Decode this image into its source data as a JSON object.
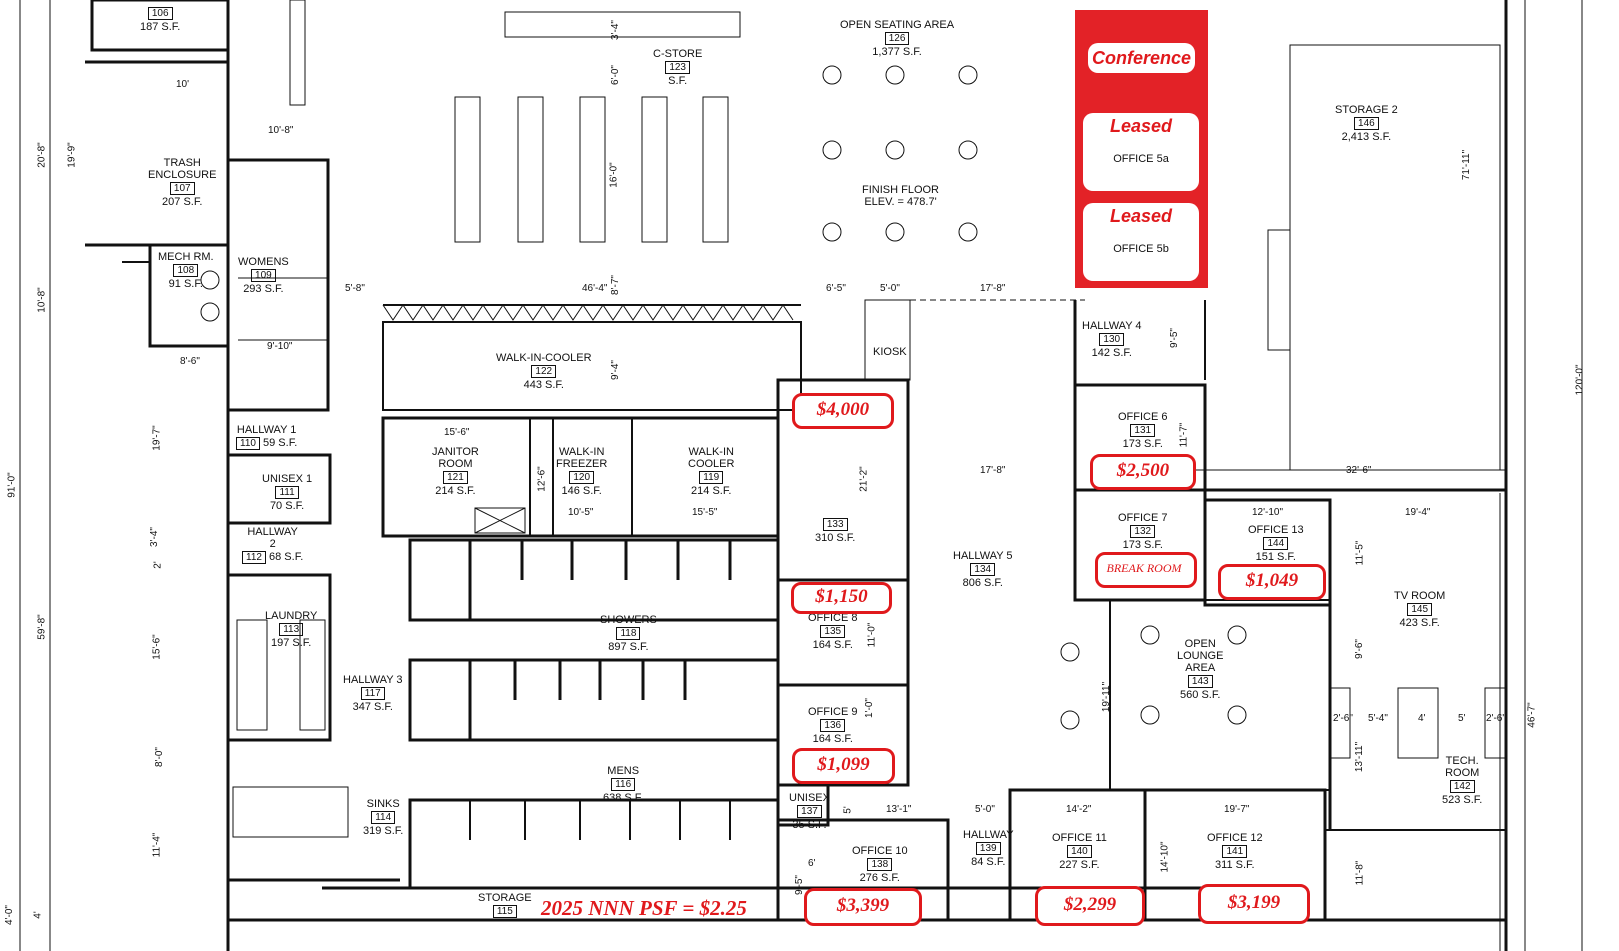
{
  "plan": {
    "rooms": {
      "r106": {
        "num": "106",
        "area": "187 S.F."
      },
      "trash": {
        "name": "TRASH\nENCLOSURE",
        "num": "107",
        "area": "207 S.F."
      },
      "mech": {
        "name": "MECH RM.",
        "num": "108",
        "area": "91 S.F."
      },
      "womens": {
        "name": "WOMENS",
        "num": "109",
        "area": "293 S.F."
      },
      "hall1": {
        "name": "HALLWAY 1",
        "num": "110",
        "area": "59 S.F."
      },
      "unisex1": {
        "name": "UNISEX 1",
        "num": "111",
        "area": "70 S.F."
      },
      "hall2": {
        "name": "HALLWAY\n2",
        "num": "112",
        "area": "68 S.F."
      },
      "laundry": {
        "name": "LAUNDRY",
        "num": "113",
        "area": "197 S.F."
      },
      "sinks": {
        "name": "SINKS",
        "num": "114",
        "area": "319 S.F."
      },
      "storage": {
        "name": "STORAGE",
        "num": "115"
      },
      "mens": {
        "name": "MENS",
        "num": "116",
        "area": "638 S.F."
      },
      "hall3": {
        "name": "HALLWAY 3",
        "num": "117",
        "area": "347 S.F."
      },
      "showers": {
        "name": "SHOWERS",
        "num": "118",
        "area": "897 S.F."
      },
      "cooler119": {
        "name": "WALK-IN\nCOOLER",
        "num": "119",
        "area": "214 S.F."
      },
      "freezer": {
        "name": "WALK-IN\nFREEZER",
        "num": "120",
        "area": "146 S.F."
      },
      "janitor": {
        "name": "JANITOR\nROOM",
        "num": "121",
        "area": "214 S.F."
      },
      "cooler122": {
        "name": "WALK-IN-COOLER",
        "num": "122",
        "area": "443 S.F."
      },
      "cstore": {
        "name": "C-STORE",
        "num": "123",
        "area": "S.F."
      },
      "seating": {
        "name": "OPEN SEATING AREA",
        "num": "126",
        "area": "1,377 S.F."
      },
      "hall4": {
        "name": "HALLWAY 4",
        "num": "130",
        "area": "142 S.F."
      },
      "office6": {
        "name": "OFFICE 6",
        "num": "131",
        "area": "173 S.F."
      },
      "office7": {
        "name": "OFFICE 7",
        "num": "132",
        "area": "173 S.F."
      },
      "r133": {
        "num": "133",
        "area": "310 S.F."
      },
      "hall5": {
        "name": "HALLWAY 5",
        "num": "134",
        "area": "806 S.F."
      },
      "office8": {
        "name": "OFFICE 8",
        "num": "135",
        "area": "164 S.F."
      },
      "office9": {
        "name": "OFFICE 9",
        "num": "136",
        "area": "164 S.F."
      },
      "unisex137": {
        "name": "UNISEX",
        "num": "137",
        "area": "35 S.F."
      },
      "office10": {
        "name": "OFFICE 10",
        "num": "138",
        "area": "276 S.F."
      },
      "hall139": {
        "name": "HALLWAY",
        "num": "139",
        "area": "84 S.F."
      },
      "office11": {
        "name": "OFFICE 11",
        "num": "140",
        "area": "227 S.F."
      },
      "office12": {
        "name": "OFFICE 12",
        "num": "141",
        "area": "311 S.F."
      },
      "tech": {
        "name": "TECH.\nROOM",
        "num": "142",
        "area": "523 S.F."
      },
      "lounge": {
        "name": "OPEN\nLOUNGE\nAREA",
        "num": "143",
        "area": "560 S.F."
      },
      "office13": {
        "name": "OFFICE 13",
        "num": "144",
        "area": "151 S.F."
      },
      "tvroom": {
        "name": "TV ROOM",
        "num": "145",
        "area": "423 S.F."
      },
      "storage2": {
        "name": "STORAGE 2",
        "num": "146",
        "area": "2,413 S.F."
      }
    },
    "finish_floor": "FINISH FLOOR\nELEV. = 478.7'",
    "kiosk": "KIOSK",
    "dimensions": {
      "d10": "10'",
      "d10_8": "10'-8\"",
      "d5_8": "5'-8\"",
      "d46_4": "46'-4\"",
      "d6_5": "6'-5\"",
      "d5_0": "5'-0\"",
      "d17_8a": "17'-8\"",
      "d9_10": "9'-10\"",
      "d8_6": "8'-6\"",
      "d15_6": "15'-6\"",
      "d10_5": "10'-5\"",
      "d15_5": "15'-5\"",
      "d17_8b": "17'-8\"",
      "d32_6": "32'-6\"",
      "d12_10": "12'-10\"",
      "d19_4": "19'-4\"",
      "d2_6a": "2'-6\"",
      "d5_4": "5'-4\"",
      "d4": "4'",
      "d5": "5'",
      "d2_6b": "2'-6\"",
      "d13_1": "13'-1\"",
      "d5_0b": "5'-0\"",
      "d14_2": "14'-2\"",
      "d19_7": "19'-7\"",
      "d6": "6'",
      "v20_8": "20'-8\"",
      "v10_8": "10'-8\"",
      "v91_0": "91'-0\"",
      "v59_8": "59'-8\"",
      "v4_0": "4'-0\"",
      "v19_9": "19'-9\"",
      "v19_7": "19'-7\"",
      "v3_4": "3'-4\"",
      "v2": "2'",
      "v15_6": "15'-6\"",
      "v8_0": "8'-0\"",
      "v11_4": "11'-4\"",
      "v4": "4'",
      "v3_4b": "3'-4\"",
      "v6_0": "6'-0\"",
      "v16_0": "16'-0\"",
      "v8_7": "8'-7\"",
      "v9_4": "9'-4\"",
      "v12_6": "12'-6\"",
      "v21_2": "21'-2\"",
      "v11_0": "11'-0\"",
      "v1_0": "1'-0\"",
      "v9_5": "9'-5\"",
      "v9_5b": "9'-5\"",
      "v11_7": "11'-7\"",
      "v19_11": "19'-11\"",
      "v14_10": "14'-10\"",
      "v11_8": "11'-8\"",
      "v11_5": "11'-5\"",
      "v9_6": "9'-6\"",
      "v13_11": "13'-11\"",
      "v120_0": "120'-0\"",
      "v71_11": "71'-11\"",
      "v46_7": "46'-7\"",
      "v5": "5'"
    }
  },
  "annotations": {
    "conference": "Conference",
    "leased_a": "Leased",
    "office5a": "OFFICE 5a",
    "leased_b": "Leased",
    "office5b": "OFFICE 5b",
    "break_room": "BREAK ROOM",
    "nnn": "2025 NNN PSF = $2.25",
    "prices": {
      "p133": "$4,000",
      "p131": "$2,500",
      "p135": "$1,150",
      "p144": "$1,049",
      "p136": "$1,099",
      "p138": "$3,399",
      "p140": "$2,299",
      "p141": "$3,199"
    },
    "accent_color": "#e0191c"
  }
}
